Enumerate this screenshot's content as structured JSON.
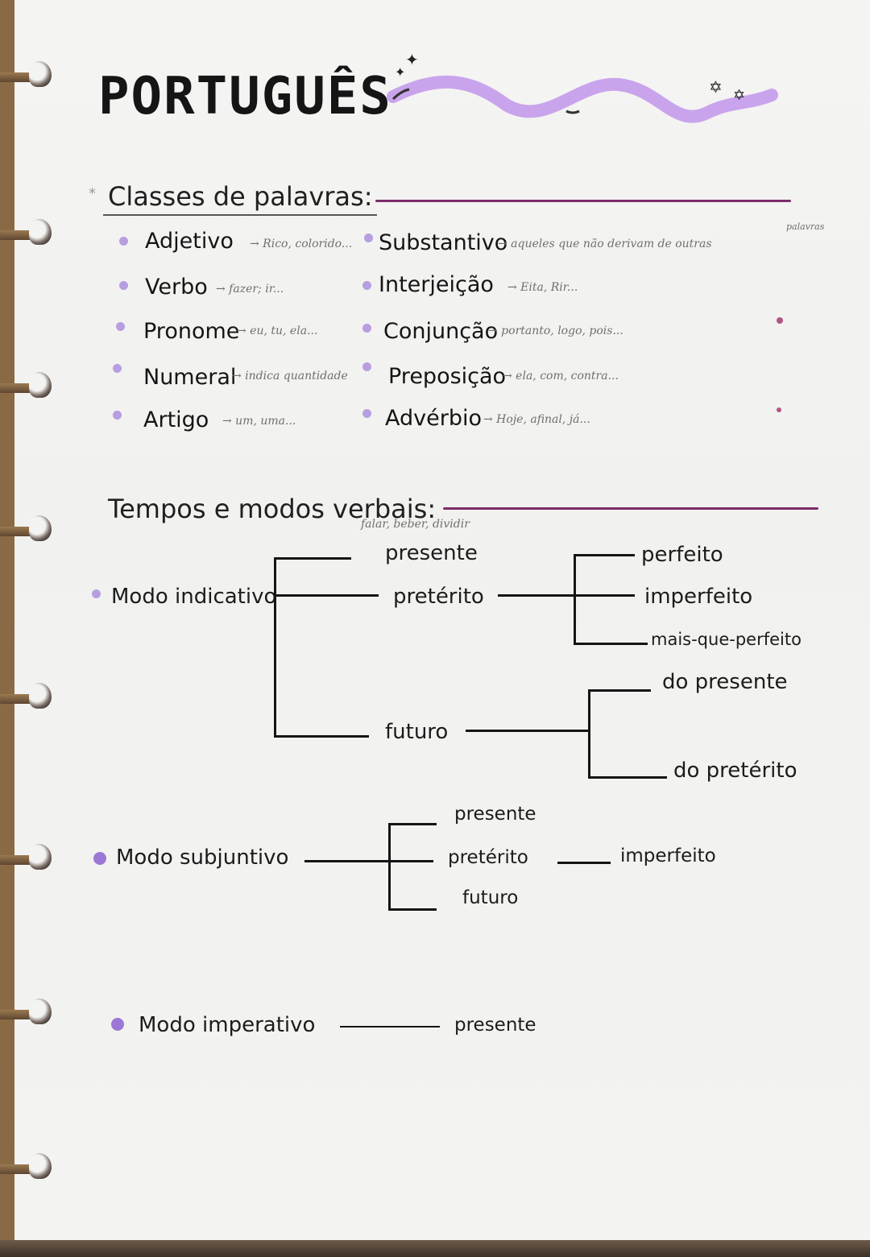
{
  "page": {
    "title": "PORTUGUÊS",
    "accent_color": "#c9a4ec",
    "bullet_color": "#b79ee0",
    "line_color": "#7d2b6b"
  },
  "classes": {
    "heading": "Classes de palavras:",
    "left": [
      {
        "term": "Adjetivo",
        "example": "→ Rico, colorido..."
      },
      {
        "term": "Verbo",
        "example": "→ fazer; ir..."
      },
      {
        "term": "Pronome",
        "example": "→ eu, tu, ela..."
      },
      {
        "term": "Numeral",
        "example": "→ indica quantidade"
      },
      {
        "term": "Artigo",
        "example": "→ um, uma..."
      }
    ],
    "right": [
      {
        "term": "Substantivo",
        "example": "→ aqueles que não derivam de outras",
        "correction": "palavras"
      },
      {
        "term": "Interjeição",
        "example": "→ Eita, Rir..."
      },
      {
        "term": "Conjunção",
        "example": "→ portanto, logo, pois..."
      },
      {
        "term": "Preposição",
        "example": "→ ela, com, contra..."
      },
      {
        "term": "Advérbio",
        "example": "→ Hoje, afinal, já..."
      }
    ]
  },
  "tempos": {
    "heading": "Tempos e modos verbais:",
    "presente_note": "falar, beber, dividir",
    "indicativo": {
      "label": "Modo indicativo",
      "presente": "presente",
      "preterito": "pretérito",
      "preterito_children": [
        "perfeito",
        "imperfeito",
        "mais-que-perfeito"
      ],
      "futuro": "futuro",
      "futuro_children": [
        "do presente",
        "do pretérito"
      ]
    },
    "subjuntivo": {
      "label": "Modo subjuntivo",
      "children": [
        "presente",
        "pretérito",
        "futuro"
      ],
      "preterito_child": "imperfeito"
    },
    "imperativo": {
      "label": "Modo imperativo",
      "child": "presente"
    }
  }
}
